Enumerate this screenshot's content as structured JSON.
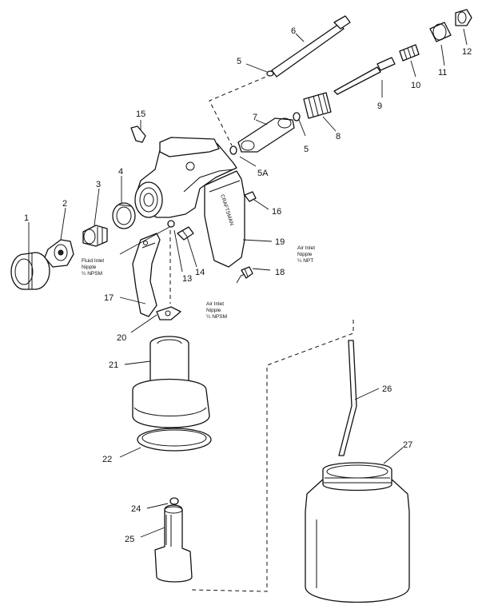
{
  "callouts": {
    "c1": "1",
    "c2": "2",
    "c3": "3",
    "c4": "4",
    "c5a": "5",
    "c5b": "5",
    "c5A": "5A",
    "c6": "6",
    "c7": "7",
    "c8": "8",
    "c9": "9",
    "c10": "10",
    "c11": "11",
    "c12": "12",
    "c13": "13",
    "c14": "14",
    "c15": "15",
    "c16": "16",
    "c17": "17",
    "c18": "18",
    "c19": "19",
    "c20": "20",
    "c21": "21",
    "c22": "22",
    "c24": "24",
    "c25": "25",
    "c26": "26",
    "c27": "27"
  },
  "notes": {
    "fluid_inlet": [
      "Fluid Inlet",
      "Nipple",
      "¼ NPSM"
    ],
    "air_inlet_npt": [
      "Air Inlet",
      "Nipple",
      "¼ NPT"
    ],
    "air_inlet_npsm": [
      "Air Inlet",
      "Nipple",
      "¼ NPSM"
    ]
  },
  "handle_marking": "CRAFTSMAN"
}
